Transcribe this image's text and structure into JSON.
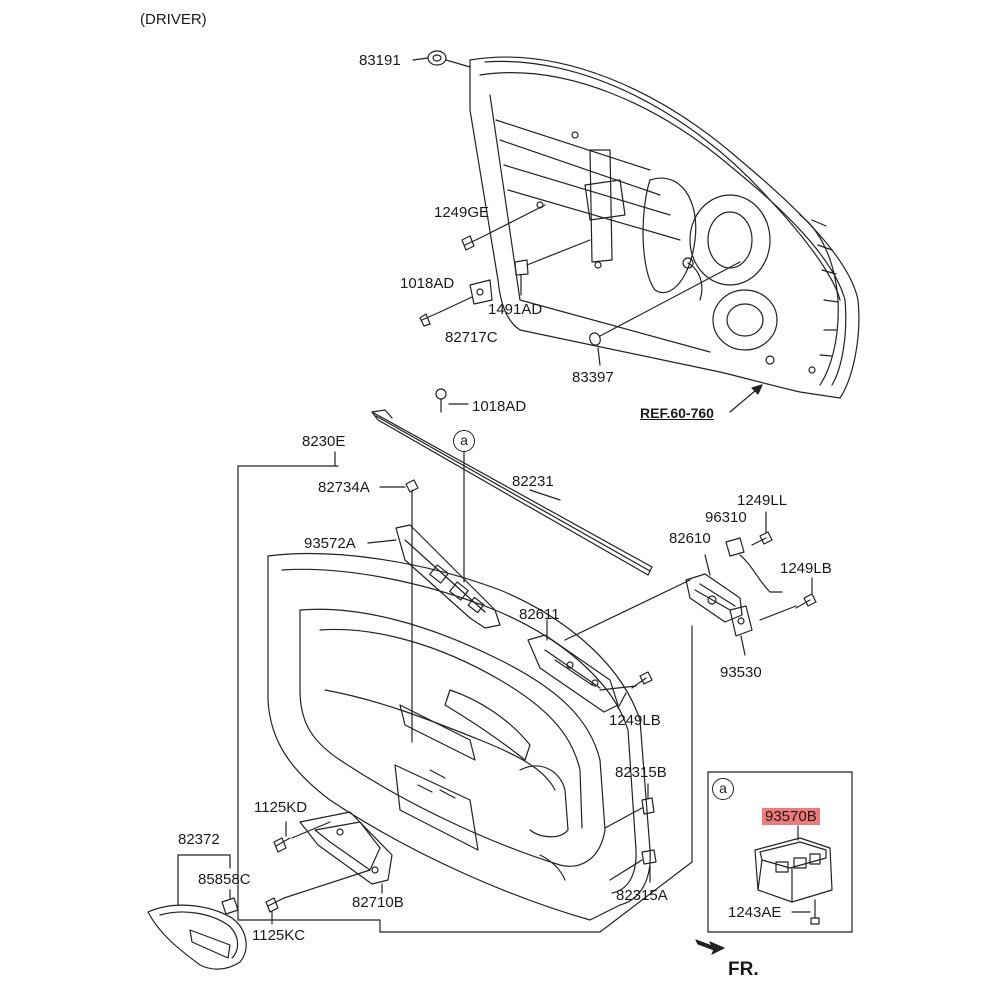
{
  "header": {
    "title": "(DRIVER)"
  },
  "callout": {
    "letter": "a",
    "detail_letter": "a"
  },
  "parts": {
    "p83191": "83191",
    "p1249GE": "1249GE",
    "p1018AD_top": "1018AD",
    "p1491AD": "1491AD",
    "p82717C": "82717C",
    "p83397": "83397",
    "ref": "REF.60-760",
    "p1018AD_mid": "1018AD",
    "p8230E": "8230E",
    "p82734A": "82734A",
    "p82231": "82231",
    "p93572A": "93572A",
    "p96310": "96310",
    "p1249LL": "1249LL",
    "p82610": "82610",
    "p1249LB_right": "1249LB",
    "p82611": "82611",
    "p93530": "93530",
    "p1249LB_mid": "1249LB",
    "p82315B": "82315B",
    "p1125KD": "1125KD",
    "p82372": "82372",
    "p85858C": "85858C",
    "p82710B": "82710B",
    "p82315A": "82315A",
    "p1125KC": "1125KC",
    "p93570B": "93570B",
    "p1243AE": "1243AE",
    "fr": "FR."
  },
  "colors": {
    "line": "#222222",
    "highlight": "#f07a7a",
    "background": "#ffffff"
  }
}
